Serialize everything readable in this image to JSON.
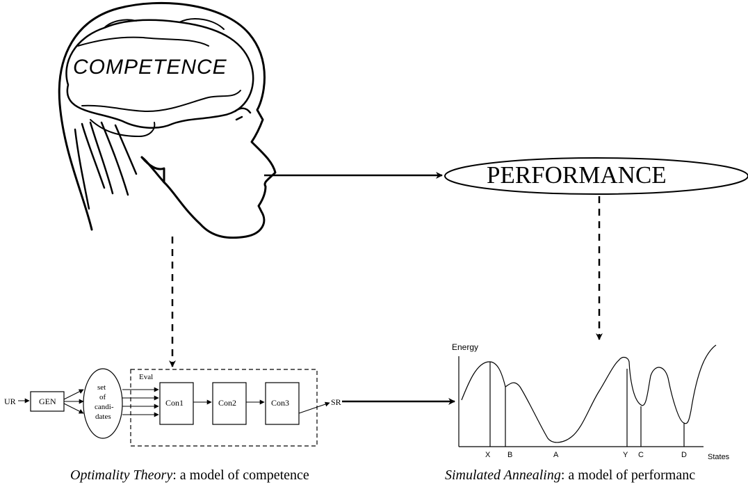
{
  "head": {
    "competence_label": "COMPETENCE"
  },
  "performance": {
    "label": "PERFORMANCE"
  },
  "optimality_diagram": {
    "input_label": "UR",
    "gen_label": "GEN",
    "candidates_label_lines": [
      "set",
      "of",
      "candi-",
      "dates"
    ],
    "eval_label": "Eval",
    "constraints": [
      "Con1",
      "Con2",
      "Con3"
    ],
    "output_label": "SR"
  },
  "annealing_chart": {
    "y_axis_label": "Energy",
    "x_axis_label": "States",
    "state_labels": [
      "X",
      "B",
      "A",
      "Y",
      "C",
      "D"
    ]
  },
  "captions": {
    "left": {
      "title": "Optimality Theory",
      "rest": ": a model of competence"
    },
    "right": {
      "title": "Simulated Annealing",
      "rest": ": a model of performanc"
    }
  }
}
